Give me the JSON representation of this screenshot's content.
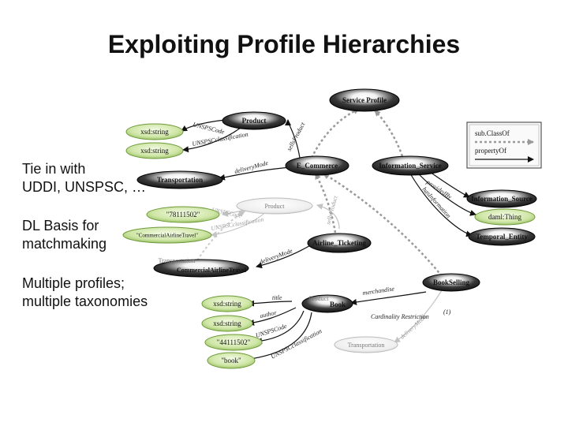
{
  "slide": {
    "title": "Exploiting Profile Hierarchies",
    "bullets": [
      [
        "Tie in with",
        "UDDI, UNSPSC, …"
      ],
      [
        "DL Basis for",
        "matchmaking"
      ],
      [
        "Multiple profiles;",
        "multiple taxonomies"
      ]
    ]
  },
  "legend": {
    "subclass": "sub.ClassOf",
    "property": "propertyOf"
  },
  "nodes": {
    "service_profile": "Service Profile",
    "product_top": "Product",
    "xsd1": "xsd:string",
    "xsd2": "xsd:string",
    "transportation_top": "Transportation",
    "e_commerce": "E_Commerce",
    "information_service": "Information_Service",
    "information_source": "Information_Source",
    "daml_thing": "daml:Thing",
    "temporal_entity": "Temporal_Entity",
    "product_mid": "Product",
    "code_78": "\"78111502\"",
    "commercial_air": "\"CommercialAirlineTravel\"",
    "airline_ticketing": "Airline_Ticketing",
    "transportation_mid": "Transportation",
    "commercial_airline_travel": "CommercialAirlineTravel",
    "book_selling": "BookSelling",
    "product_book": "Product",
    "book": "Book",
    "xsd3": "xsd:string",
    "xsd4": "xsd:string",
    "code_44": "\"44111502\"",
    "book_literal": "\"book\"",
    "transportation_bottom": "Transportation"
  },
  "edges": {
    "unspsc_code_1": "UNSPSCode",
    "unspsc_class_1": "UNSPSCclassification",
    "sells_product": "sellsProduct",
    "delivery_mode_1": "deliveryMode",
    "subclass_of_1": "subclassOf",
    "info_1": "providedBy",
    "info_2": "hasInformation",
    "unspsc_code_2": "UNSPSCode",
    "unspsc_class_2": "UNSPSCclassification",
    "delivery_mode_2": "deliveryMode",
    "sells_product_2": "sellsProduct",
    "merchandise": "merchandise",
    "title": "title",
    "author": "author",
    "unspsc_code_3": "UNSPSCode",
    "unspsc_class_3": "UNSPSCclassification",
    "delivery_mode_3": "deliveryMode",
    "cardinality": "Cardinality Restriction",
    "cardinality_value": "(1)"
  }
}
